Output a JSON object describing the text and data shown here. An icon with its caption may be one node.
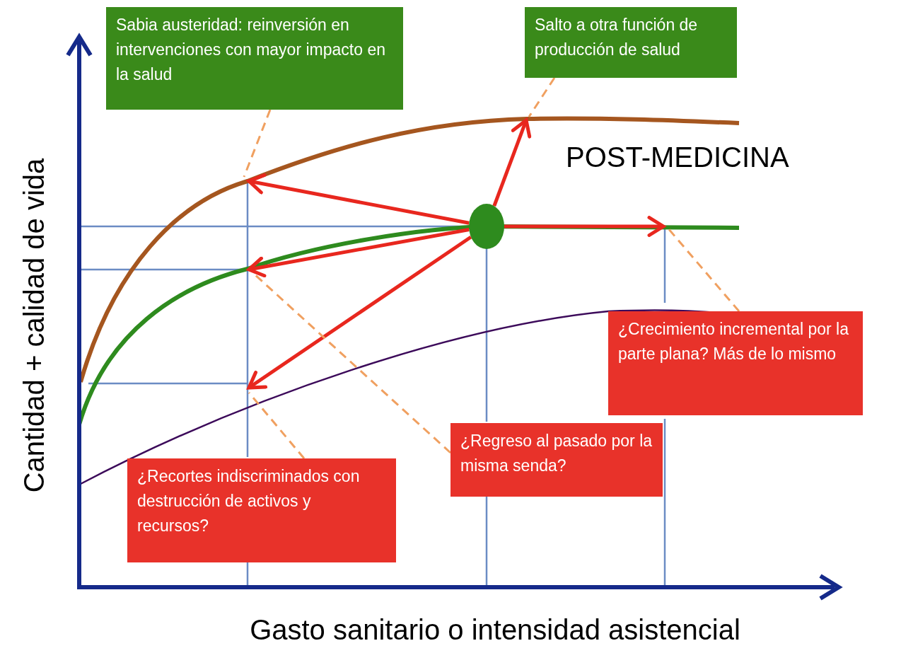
{
  "diagram": {
    "nodes": [
      {
        "text": [
          "Sabia austeridad: reinversión en intervenciones con mayor impacto en la salud"
        ]
      },
      {
        "text": [
          "Salto a otra función de producción de salud"
        ]
      },
      {
        "text": [
          "¿Crecimiento incremental por la parte plana? Más de lo mismo"
        ]
      },
      {
        "text": [
          "¿Regreso al pasado por la misma senda?"
        ]
      },
      {
        "text": [
          "¿Recortes indiscriminados con destrucción de activos y recursos?"
        ]
      },
      {
        "text": [],
        "shape": "circle"
      }
    ],
    "edges": [
      {
        "from": 5,
        "to": null,
        "arrow": "to"
      },
      {
        "from": 5,
        "to": null,
        "arrow": "to"
      },
      {
        "from": 5,
        "to": null,
        "arrow": "to"
      },
      {
        "from": 5,
        "to": null,
        "arrow": "to"
      },
      {
        "from": 5,
        "to": null,
        "arrow": "to"
      },
      {
        "from": 0,
        "to": null,
        "arrow": "none",
        "style": "dashed",
        "color": "#f0a060"
      },
      {
        "from": 1,
        "to": null,
        "arrow": "none",
        "style": "dashed",
        "color": "#f0a060"
      },
      {
        "from": 2,
        "to": null,
        "arrow": "none",
        "style": "dashed",
        "color": "#f0a060"
      },
      {
        "from": 3,
        "to": null,
        "arrow": "none",
        "style": "dashed",
        "color": "#f0a060"
      },
      {
        "from": 4,
        "to": null,
        "arrow": "none",
        "style": "dashed",
        "color": "#f0a060"
      }
    ],
    "labels": [
      "POST-MEDICINA",
      "Cantidad + calidad de vida",
      "Gasto sanitario o intensidad asistencial"
    ]
  }
}
